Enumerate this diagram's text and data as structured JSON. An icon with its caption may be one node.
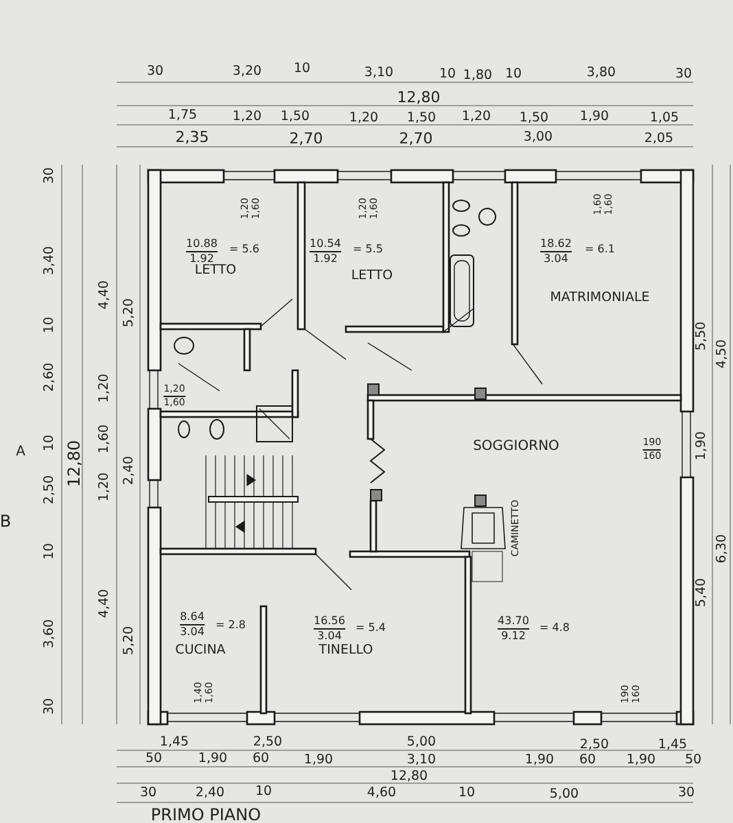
{
  "diagram": {
    "labels": [
      "30",
      "3,20",
      "10",
      "3,10",
      "10",
      "1,80",
      "10",
      "3,80",
      "30",
      "12,80",
      "1,75",
      "1,20",
      "1,50",
      "1,20",
      "1,50",
      "1,20",
      "1,50",
      "1,90",
      "1,05",
      "2,35",
      "2,70",
      "2,70",
      "3,00",
      "2,05",
      "1,20",
      "1,60",
      "1,20",
      "1,60",
      "1,60",
      "1,60",
      "10.88",
      "1.92",
      "= 5.6",
      "10.54",
      "1.92",
      "= 5.5",
      "18.62",
      "3.04",
      "= 6.1",
      "LETTO",
      "LETTO",
      "MATRIMONIALE",
      "30",
      "3,40",
      "10",
      "2,60",
      "10",
      "2,50",
      "10",
      "3,60",
      "30",
      "4,40",
      "1,20",
      "1,60",
      "1,20",
      "4,40",
      "5,20",
      "2,40",
      "5,20",
      "12,80",
      "A",
      "B",
      "5,50",
      "4,50",
      "1,90",
      "6,30",
      "5,40",
      "1,20",
      "1,60",
      "SOGGIORNO",
      "190",
      "160",
      "CAMINETTO",
      "8.64",
      "3.04",
      "= 2.8",
      "16.56",
      "3.04",
      "= 5.4",
      "43.70",
      "9.12",
      "= 4.8",
      "CUCINA",
      "TINELLO",
      "1,40",
      "1,60",
      "190",
      "160",
      "1,45",
      "2,50",
      "5,00",
      "2,50",
      "1,45",
      "50",
      "1,90",
      "60",
      "1,90",
      "3,10",
      "1,90",
      "60",
      "1,90",
      "50",
      "12,80",
      "30",
      "2,40",
      "10",
      "4,60",
      "10",
      "5,00",
      "30",
      "PRIMO PIANO"
    ]
  }
}
